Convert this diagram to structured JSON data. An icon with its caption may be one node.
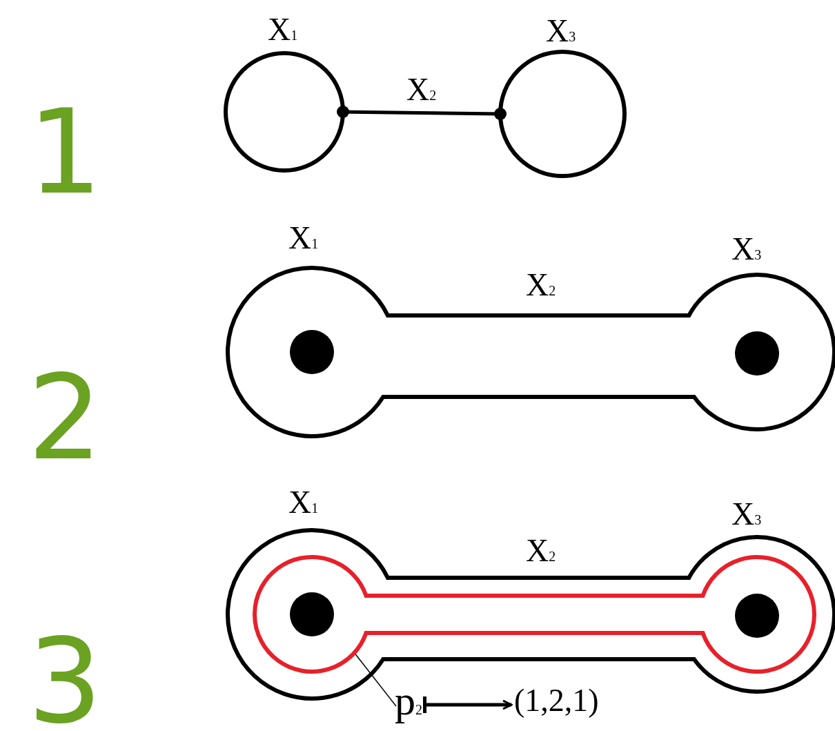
{
  "diagram": {
    "nodes": [
      {
        "text": [
          "X$_{1}$"
        ]
      },
      {
        "text": [
          "X$_{3}$"
        ]
      },
      {
        "text": [
          "p$_{2}$"
        ]
      },
      {
        "text": [],
        "shape": "loop"
      },
      {
        "text": [
          "(1,2,1)"
        ]
      }
    ],
    "edges": [
      {
        "from": 0,
        "to": 1,
        "arrow": "other",
        "label": "X$_{2}$"
      },
      {
        "from": 2,
        "to": 3,
        "arrow": "none"
      },
      {
        "from": 2,
        "to": 4,
        "arrow": "to"
      }
    ],
    "labels": [
      "1",
      "X$_{1}$",
      "X$_{3}$",
      "X$_{2}$",
      "2",
      "X$_{1}$",
      "X$_{3}$",
      "X$_{2}$",
      "3"
    ]
  }
}
